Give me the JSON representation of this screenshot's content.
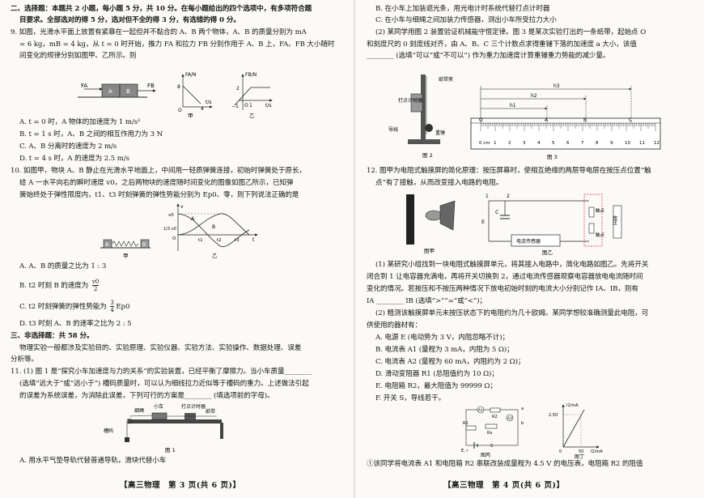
{
  "left": {
    "lines": [
      "二、选择题：本题共 2 小题，每小题 5 分，共 10 分。在每小题给出的四个选项中，有多项符合题",
      "目要求。全部选对的得 5 分，选对但不全的得 3 分，有选错的得 0 分。",
      "9. 如图，光滑水平面上放置有紧靠在一起但并不黏合的 A、B 两个物体，A、B 的质量分别为 mA",
      "= 6 kg，mB = 4 kg，从 t = 0 时开始，推力 FA 和拉力 FB 分别作用于 A、B 上，FA、FB 大小随时",
      "间变化的规律分别如图甲、乙所示。则",
      "A. t = 0 时，A 物体的加速度为 1 m/s²",
      "B. t = 1 s 时，A、B 之间的相互作用力为 3 N",
      "C. A、B 分离时的速度为 2 m/s",
      "D. t = 4 s 时，A 的速度为 2.5 m/s",
      "10. 如图甲，物块 A、B 静止在光滑水平地面上，中间用一轻质弹簧连接，初始时弹簧处于原长，",
      "给 A 一水平向右的瞬时速度 v0，之后两物块的速度随时间变化的图像如图乙所示，已知弹",
      "簧始终处于弹性限度内，t1、t3 时刻弹簧的弹性势能分别为 Ep0、零，则下列说法正确的是",
      "A. A、B 的质量之比为 1 : 3",
      "B. t2 时刻 B 的速度为",
      "C. t2 时刻弹簧的弹性势能为",
      "D. t3 时刻 A、B 的速率之比为 2 : 5",
      "三、非选择题：共 58 分。",
      "物理实验一般都涉及实验目的、实验原理、实验仪器、实验方法、实验操作、数据处理、误差",
      "分析等。",
      "11. (1) 图 1 是“探究小车加速度与力的关系”的实验装置，已经平衡了摩擦力。当小车质量________",
      "(选填“远大于”或“远小于”) 槽码质量时，可以认为细线拉力近似等于槽码的重力。上述做法引起",
      "的误差为系统误差，为消除此误差，下列可行的方案是________ (填选项前的字母)。",
      "A. 用水平气垫导轨代替普通导轨，滑块代替小车"
    ],
    "fig9": {
      "force_a": "FA",
      "force_b": "FB",
      "block_a": "A",
      "block_b": "B",
      "jia": {
        "ylabel": "FA/N",
        "xlabel": "t/s",
        "y_tick": "8",
        "x_tick": "4",
        "origin": "O",
        "caption": "甲"
      },
      "yi": {
        "ylabel": "FB/N",
        "xlabel": "t/s",
        "y_tick": "2",
        "x_tick": "1",
        "origin": "O",
        "caption": "乙"
      }
    },
    "fig10": {
      "caption_jia": "甲",
      "caption_yi": "乙",
      "v_label": "v",
      "t_label": "t",
      "v0": "v0",
      "v_third": "1/3 v0",
      "origin": "O",
      "t1": "t1",
      "t2": "t2",
      "t3": "t3",
      "curve_a": "A",
      "curve_b": "B",
      "block_a": "A",
      "block_b": "B",
      "opt_b_frac_num": "v0",
      "opt_b_frac_den": "2",
      "opt_c_frac_num": "3",
      "opt_c_frac_den": "4",
      "opt_c_suffix": "Ep0"
    },
    "fig1": {
      "cart": "小车",
      "timer": "打点计时器",
      "string": "细绳",
      "tape": "纸带",
      "weights": "槽码",
      "caption": "图 1"
    },
    "footer": "【高三物理　第 3 页(共 6 页)】"
  },
  "right": {
    "lines": [
      "B. 在小车上加装遮光条，用光电计时系统代替打点计时器",
      "C. 在小车与细绳之间加装力传感器，测出小车所受拉力大小",
      "(2) 某同学用图 2 装置验证机械能守恒定律。图 3 是某次实验打出的一条纸带，起始点 O",
      "和刻度尺的 0 刻度线对齐，由 A、B、C 三个计数点求得重锤下落的加速度 a 大小，该值",
      "________ (选填“可以”或“不可以”) 作为重力加速度计算重锤重力势能的减少量。",
      "12. 图甲为电阻式触摸屏的简化原理：按压屏幕时，使相互绝缘的两层导电层在按压点位置“触",
      "点”有了接触，从而改变接入电路的电阻。",
      "(1) 某研究小组找到一块电阻式触摸屏单元，将其接入电路中，简化电路如图乙。先将开关",
      "闭合到 1 让电容器充满电，再将开关切换到 2，通过电流传感器观察电容器放电电流随时间",
      "变化的情况。若按压和不按压两种情况下放电初始时刻的电流大小分别记作 IA、IB，则有",
      "IA ________ IB (选填“>”“=”或“<”)；",
      "(2) 粗测该触摸屏单元未按压状态下的电阻约为几十欧姆。某同学想较准确测量此电阻，可",
      "供使用的器材有：",
      "A. 电源 E (电动势为 3 V，内阻忽略不计)；",
      "B. 电流表 A1 (量程为 3 mA，内阻为 5 Ω)；",
      "C. 电流表 A2 (量程为 60 mA，内阻约为 2 Ω)；",
      "D. 滑动变阻器 R1 (总阻值约为 10 Ω)；",
      "E. 电阻箱 R2，最大阻值为 99999 Ω；",
      "F. 开关 S，导线若干。",
      "①该同学将电流表 A1 和电阻箱 R2 串联改装成量程为 4.5 V 的电压表，电阻箱 R2 的阻值"
    ],
    "fig2": {
      "tape": "纸带夹",
      "timer": "打点计时器",
      "weight": "重锤",
      "wire": "导线",
      "caption": "图 2"
    },
    "fig3": {
      "h1": "h1",
      "h2": "h2",
      "h3": "h3",
      "points": [
        "O",
        "A",
        "B",
        "C"
      ],
      "ticks": [
        "0 cm",
        "1",
        "2",
        "3",
        "4",
        "5",
        "6",
        "7",
        "8",
        "9",
        "10",
        "11",
        "12"
      ],
      "caption": "图 3"
    },
    "fig_jia": {
      "caption": "图甲"
    },
    "fig_yi": {
      "switch_1": "1",
      "switch_2": "2",
      "source": "E",
      "cap": "C",
      "sensor": "电流传感器",
      "contact1": "触点",
      "contact2": "触点",
      "press": "按压",
      "caption": "图乙"
    },
    "fig_bing": {
      "a1": "A1",
      "a2": "A2",
      "r2": "R2",
      "r1": "R1",
      "rx": "Rx",
      "e_label": "E, r",
      "s": "S",
      "a": "a",
      "b": "b",
      "caption": "图丙"
    },
    "fig_ding": {
      "ylabel": "I1/mA",
      "xlabel": "I2/mA",
      "y_tick": "2.50",
      "x_tick": "50",
      "origin": "0",
      "caption": "图丁"
    },
    "footer": "【高三物理　第 4 页(共 6 页)】"
  }
}
